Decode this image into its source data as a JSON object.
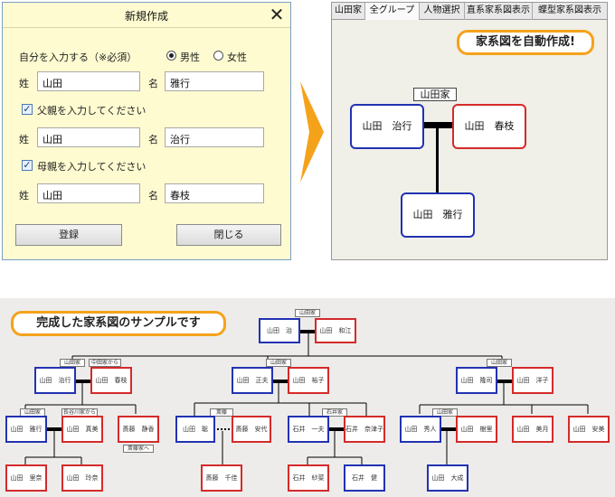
{
  "dialog": {
    "title": "新規作成",
    "self_label": "自分を入力する（※必須）",
    "gender_male": "男性",
    "gender_female": "女性",
    "surname_label": "姓",
    "given_label": "名",
    "self_surname": "山田",
    "self_given": "雅行",
    "father_check": "父親を入力してください",
    "father_surname": "山田",
    "father_given": "治行",
    "mother_check": "母親を入力してください",
    "mother_surname": "山田",
    "mother_given": "春枝",
    "register_button": "登録",
    "close_button": "閉じる"
  },
  "tree_window": {
    "tabs": [
      "山田家",
      "全グループ",
      "人物選択",
      "直系家系図表示",
      "蝶型家系図表示"
    ],
    "active_tab": "全グループ",
    "callout": "家系図を自動作成!",
    "family_label": "山田家",
    "father": "山田　治行",
    "mother": "山田　春枝",
    "child": "山田　雅行"
  },
  "sample": {
    "callout": "完成した家系図のサンプルです",
    "top_family": "山田家",
    "top_father": "山田　治",
    "top_mother": "山田　和江",
    "fam_left": "山田家",
    "fam_left_note": "中田家から",
    "p_yamada_haruyuki": "山田　治行",
    "p_yamada_harue": "山田　春枝",
    "fam_mid": "山田家",
    "p_yamada_masao": "山田　正夫",
    "p_yamada_yuko": "山田　裕子",
    "fam_right": "山田家",
    "p_yamada_ryuji": "山田　隆司",
    "p_yamada_yoko": "山田　洋子",
    "fam_ll": "山田家",
    "fam_ll_note": "長谷川家から",
    "p_yamada_masayuki": "山田　雅行",
    "p_yamada_mami": "山田　真美",
    "p_saito_shizuka": "斎藤　静香",
    "saito_note": "斎藤家へ",
    "fam_saito": "斎藤",
    "p_yamada_satoshi": "山田　聡",
    "p_saito_yasuyo": "斎藤　安代",
    "fam_ishii": "石井家",
    "p_ishii_kazuo": "石井　一夫",
    "p_ishii_natsuko": "石井　奈津子",
    "fam_rr": "山田家",
    "p_yamada_hideto": "山田　秀人",
    "p_yamada_kazue": "山田　樹里",
    "p_yamada_mika": "山田　美月",
    "p_yamada_ami": "山田　安美",
    "p_yamada_rina": "山田　里奈",
    "p_yamada_reina": "山田　玲奈",
    "p_saito_chika": "斎藤　千佳",
    "p_ishii_sayaka": "石井　紗菜",
    "p_ishii_ken": "石井　健",
    "p_yamada_daiki": "山田　大成"
  },
  "colors": {
    "accent": "#f5a21b",
    "male": "#2232b2",
    "female": "#d52a2a"
  }
}
